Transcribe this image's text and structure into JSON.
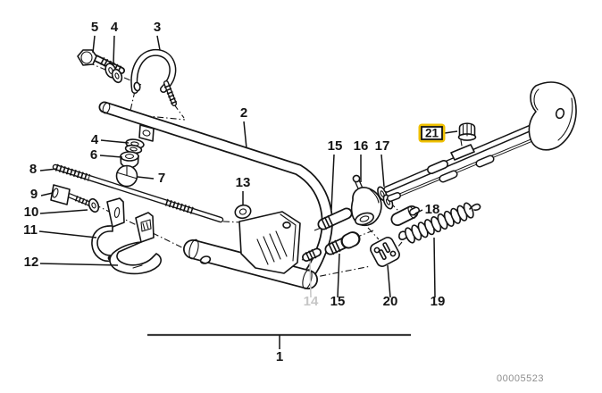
{
  "diagram": {
    "type": "exploded-parts-diagram",
    "drawing_number": "00005523",
    "background": "#FFFFFF",
    "line_color": "#141414",
    "highlight_color": "#EFC000",
    "muted_label_color": "#C6C6C6",
    "highlighted_part": "21",
    "muted_part": "14",
    "callouts": [
      {
        "part": "5"
      },
      {
        "part": "4"
      },
      {
        "part": "3"
      },
      {
        "part": "2"
      },
      {
        "part": "4"
      },
      {
        "part": "6"
      },
      {
        "part": "7"
      },
      {
        "part": "8"
      },
      {
        "part": "13"
      },
      {
        "part": "9"
      },
      {
        "part": "10"
      },
      {
        "part": "11"
      },
      {
        "part": "12"
      },
      {
        "part": "15"
      },
      {
        "part": "16"
      },
      {
        "part": "17"
      },
      {
        "part": "18"
      },
      {
        "part": "14",
        "muted": true
      },
      {
        "part": "15"
      },
      {
        "part": "20"
      },
      {
        "part": "19"
      },
      {
        "part": "1"
      },
      {
        "part": "21",
        "highlighted": true
      }
    ]
  }
}
